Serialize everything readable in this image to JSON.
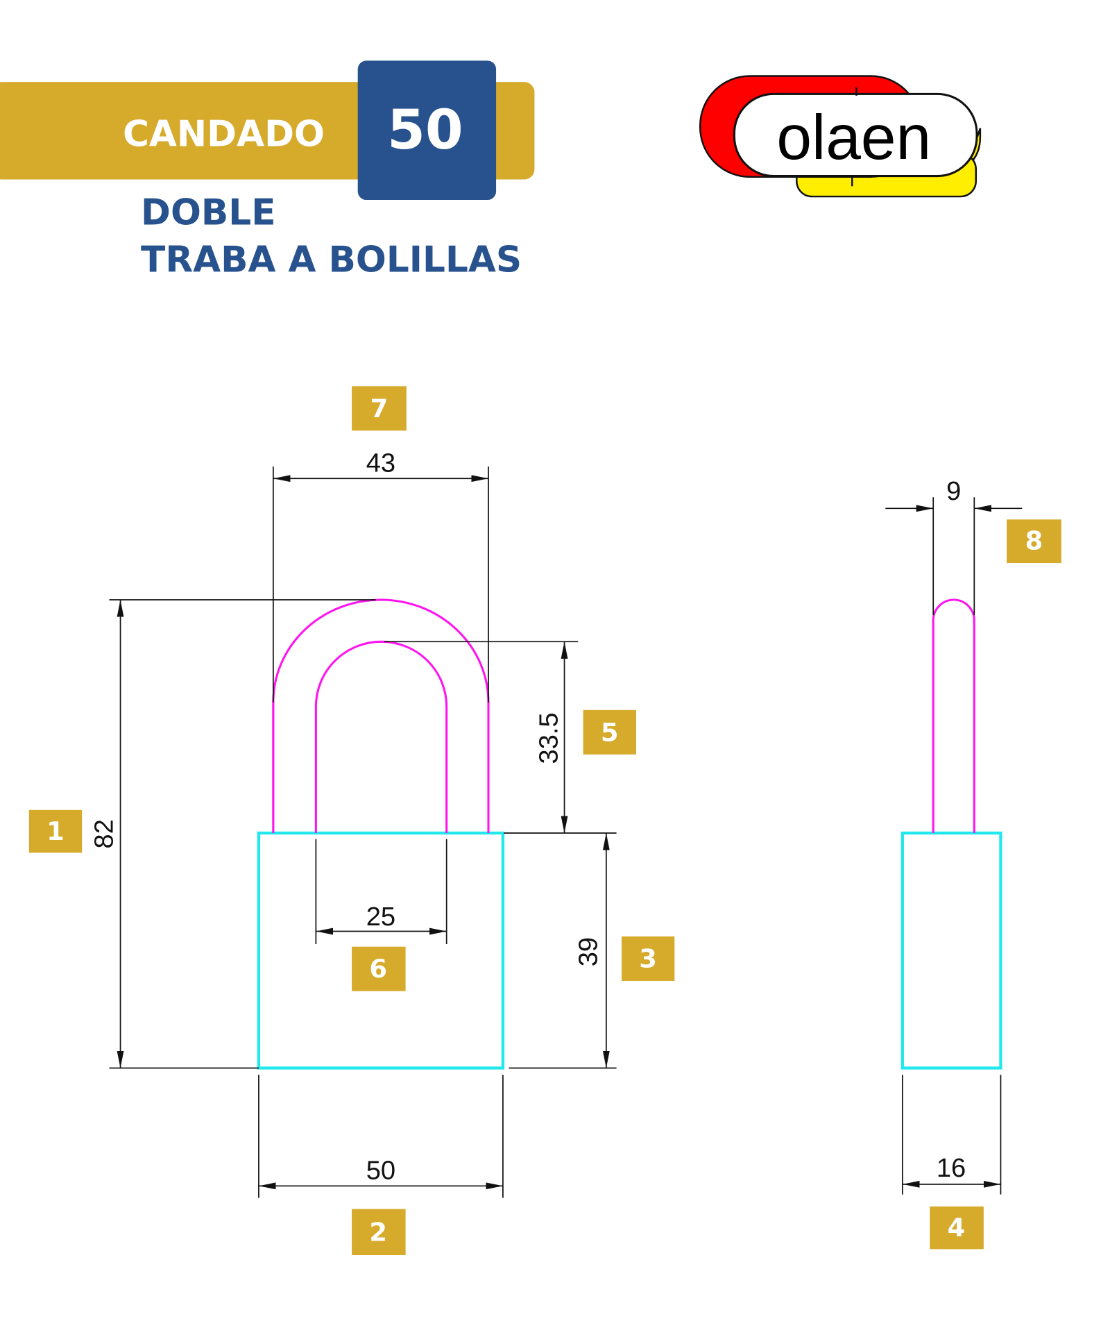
{
  "header": {
    "title": "CANDADO",
    "size": "50",
    "subtitle_line1": "DOBLE",
    "subtitle_line2": "TRABA A BOLILLAS"
  },
  "logo": {
    "text": "olaen"
  },
  "dimensions": {
    "shackle_outer_width": "43",
    "total_height": "82",
    "shackle_inner_height": "33.5",
    "body_height": "39",
    "shackle_inner_width": "25",
    "body_width": "50",
    "shackle_diameter": "9",
    "body_thickness": "16"
  },
  "badges": [
    "1",
    "2",
    "3",
    "4",
    "5",
    "6",
    "7",
    "8"
  ],
  "colors": {
    "gold": "#d6aa2b",
    "blue": "#27528e",
    "shackle": "#ff14f0",
    "body": "#22e8ee"
  }
}
